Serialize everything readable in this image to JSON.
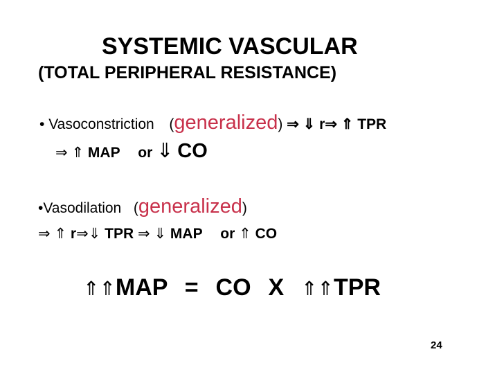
{
  "slide": {
    "title_line1": "SYSTEMIC VASCULAR",
    "title_line2": "(TOTAL   PERIPHERAL  RESISTANCE)",
    "bullet1": {
      "marker": "•",
      "label": "Vasoconstriction",
      "paren_open": "(",
      "emph": "generalized",
      "paren_close": ")",
      "arrow_imp": "⇒",
      "arrow_down": "⇓",
      "r": "r",
      "arrow_up": "⇑",
      "tpr": "TPR",
      "map": "MAP",
      "or": "or",
      "co": "CO"
    },
    "bullet2": {
      "marker": "•",
      "label": "Vasodilation",
      "paren_open": "(",
      "emph": "generalized",
      "paren_close": ")",
      "arrow_imp": "⇒",
      "arrow_up": "⇑",
      "r": "r",
      "arrow_down": "⇓",
      "tpr": "TPR",
      "map": "MAP",
      "or": "or",
      "co": "CO"
    },
    "formula": {
      "arrows_left": "⇑⇑",
      "map": "MAP",
      "equals": "=",
      "co": "CO",
      "times": "X",
      "arrows_right": "⇑⇑",
      "tpr": "TPR"
    },
    "page_number": "24",
    "accent_color": "#c8314b"
  }
}
